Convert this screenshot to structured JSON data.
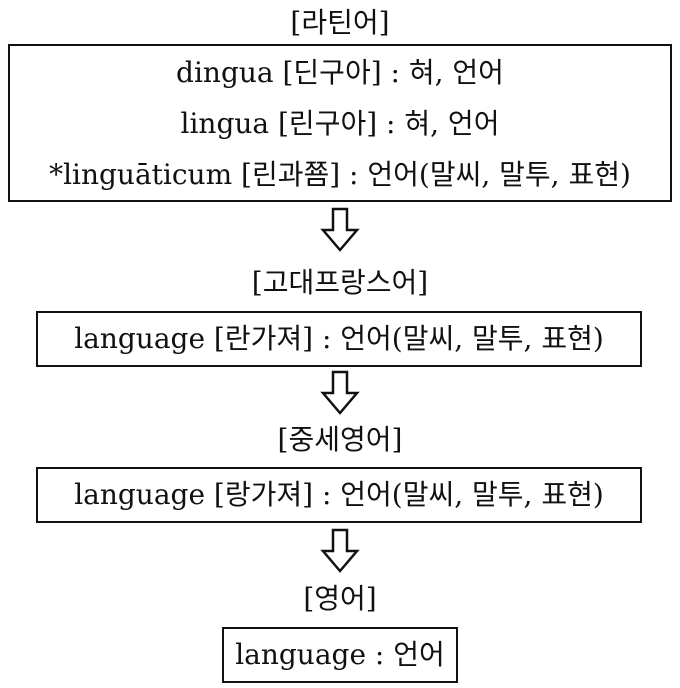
{
  "stages": [
    {
      "label": "[라틴어]",
      "lines": [
        "dingua [딘구아] : 혀, 언어",
        "lingua [린구아] : 혀, 언어",
        "*linguāticum [린과쬼] : 언어(말씨, 말투, 표현)"
      ]
    },
    {
      "label": "[고대프랑스어]",
      "lines": [
        "language [란가져] : 언어(말씨, 말투, 표현)"
      ]
    },
    {
      "label": "[중세영어]",
      "lines": [
        "language [랑가져] : 언어(말씨, 말투, 표현)"
      ]
    },
    {
      "label": "[영어]",
      "lines": [
        "language : 언어"
      ]
    }
  ],
  "arrow_icon": "hollow-down-arrow-icon",
  "colors": {
    "stroke": "#111111",
    "background": "#ffffff"
  }
}
